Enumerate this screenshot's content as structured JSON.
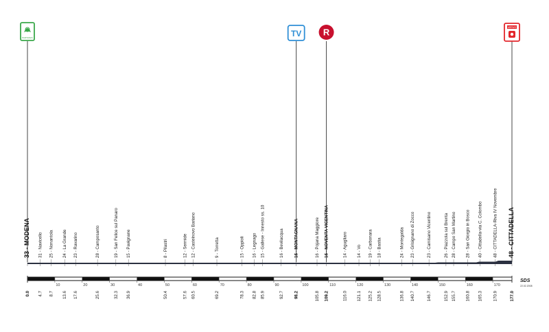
{
  "chart_data": {
    "type": "stage-profile",
    "xlim": [
      0,
      177
    ],
    "points": [
      {
        "km": 0.0,
        "label": "33 - MODENA",
        "major": true
      },
      {
        "km": 4.7,
        "label": "31 - Navicello"
      },
      {
        "km": 8.7,
        "label": "25 - Nonantola"
      },
      {
        "km": 13.6,
        "label": "24 - La Grande"
      },
      {
        "km": 17.6,
        "label": "23 - Ravarino"
      },
      {
        "km": 25.6,
        "label": "28 - Camposanto"
      },
      {
        "km": 32.3,
        "label": "19 - San Felice sul Panaro"
      },
      {
        "km": 36.9,
        "label": "15 - Pavignane"
      },
      {
        "km": 50.4,
        "label": "8 - Pilastri"
      },
      {
        "km": 57.6,
        "label": "12 - Sermide"
      },
      {
        "km": 60.5,
        "label": "12 - Castelnovo Bariano"
      },
      {
        "km": 69.2,
        "label": "9 - Torretta"
      },
      {
        "km": 78.3,
        "label": "15 - Oppioli"
      },
      {
        "km": 82.8,
        "label": "16 - Legnago"
      },
      {
        "km": 85.9,
        "label": "15 - Gallese - Innesto ss. 10"
      },
      {
        "km": 92.7,
        "label": "16 - Bevilacqua"
      },
      {
        "km": 98.2,
        "label": "16 - MONTAGNANA",
        "bold": true
      },
      {
        "km": 105.8,
        "label": "16 - Pojana Maggiore"
      },
      {
        "km": 109.2,
        "label": "16 - NOVENTA VICENTINA",
        "bold": true
      },
      {
        "km": 116.0,
        "label": "14 - Agugliaro"
      },
      {
        "km": 121.1,
        "label": "14 - Vo"
      },
      {
        "km": 125.2,
        "label": "19 - Carbonara"
      },
      {
        "km": 128.5,
        "label": "18 - Bastia"
      },
      {
        "km": 136.8,
        "label": "24 - Montegalda"
      },
      {
        "km": 140.7,
        "label": "23 - Grisignano di Zocco"
      },
      {
        "km": 146.7,
        "label": "23 - Camisano Vicentino"
      },
      {
        "km": 152.9,
        "label": "26 - Piazzola sul Brenta"
      },
      {
        "km": 155.7,
        "label": "28 - Campo San Martino"
      },
      {
        "km": 160.8,
        "label": "28 - San Giorgio in Bosco"
      },
      {
        "km": 165.3,
        "label": "40 - Cittadella-via C. Colombo"
      },
      {
        "km": 170.9,
        "label": "48 - CITTADELLA-Riva IV Novembre"
      },
      {
        "km": 177.0,
        "label": "48 - CITTADELLA",
        "major": true
      }
    ],
    "scale_ticks": [
      10,
      20,
      30,
      40,
      50,
      60,
      70,
      80,
      90,
      100,
      110,
      120,
      130,
      140,
      150,
      160,
      170
    ],
    "markers": [
      {
        "km": 0.0,
        "type": "start",
        "icon": "start-logo-icon",
        "color": "#3aa84a",
        "caption": "PARTENZA"
      },
      {
        "km": 98.2,
        "type": "tv",
        "text": "TV",
        "color": "#2f8fd6"
      },
      {
        "km": 109.2,
        "type": "refreshment",
        "text": "R",
        "color": "#c8102e"
      },
      {
        "km": 177.0,
        "type": "finish",
        "icon": "finish-logo-icon",
        "color": "#e3262b",
        "caption": "ARRIVO"
      }
    ],
    "colors": {
      "profile_fill": "#2b3040",
      "scale": "#111111",
      "guide": "#444444"
    }
  },
  "stamp": {
    "text": "SDS",
    "sub": "22.02.2008"
  }
}
